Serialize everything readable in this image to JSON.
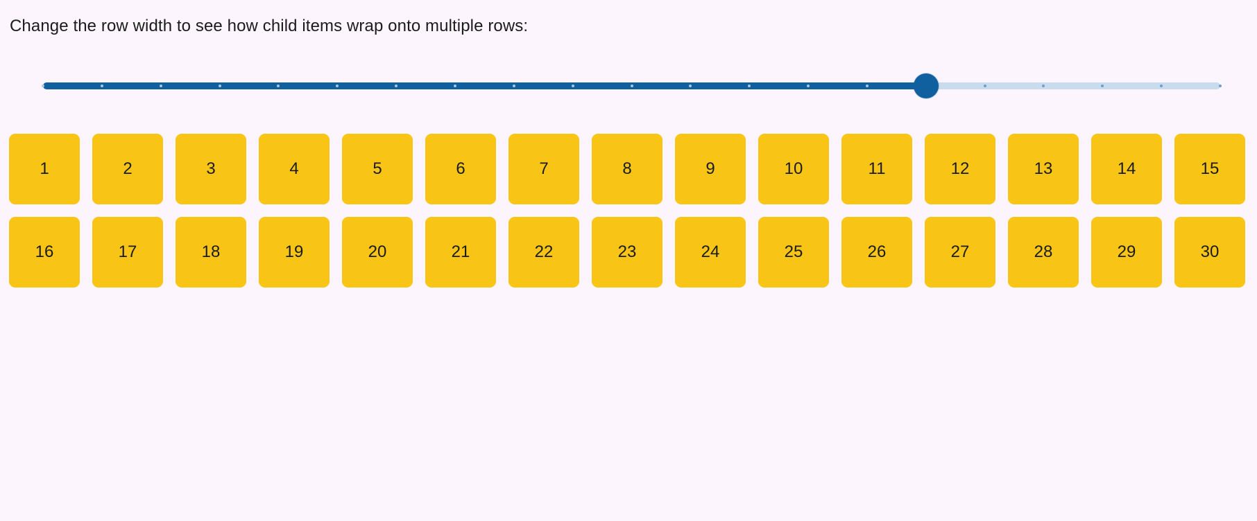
{
  "page": {
    "background_color": "#fdf5fe",
    "text_color": "#1b1b1b"
  },
  "instruction": {
    "text": "Change the row width to see how child items wrap onto multiple rows:"
  },
  "slider": {
    "name": "row-width-slider",
    "min": 0,
    "max": 20,
    "step": 1,
    "value": 15,
    "fill_percent": 75,
    "tick_count": 21,
    "track_color": "#c8dcee",
    "fill_color": "#10609f",
    "thumb_color": "#10609f",
    "tick_color": "#6f9fc8",
    "tick_color_on_fill": "#a9c8e2"
  },
  "tiles": {
    "name": "wrapping-items",
    "item_color": "#f8c517",
    "item_text_color": "#1b1b1b",
    "columns_per_row": 15,
    "rows": 2,
    "count": 30,
    "labels": [
      "1",
      "2",
      "3",
      "4",
      "5",
      "6",
      "7",
      "8",
      "9",
      "10",
      "11",
      "12",
      "13",
      "14",
      "15",
      "16",
      "17",
      "18",
      "19",
      "20",
      "21",
      "22",
      "23",
      "24",
      "25",
      "26",
      "27",
      "28",
      "29",
      "30"
    ]
  }
}
